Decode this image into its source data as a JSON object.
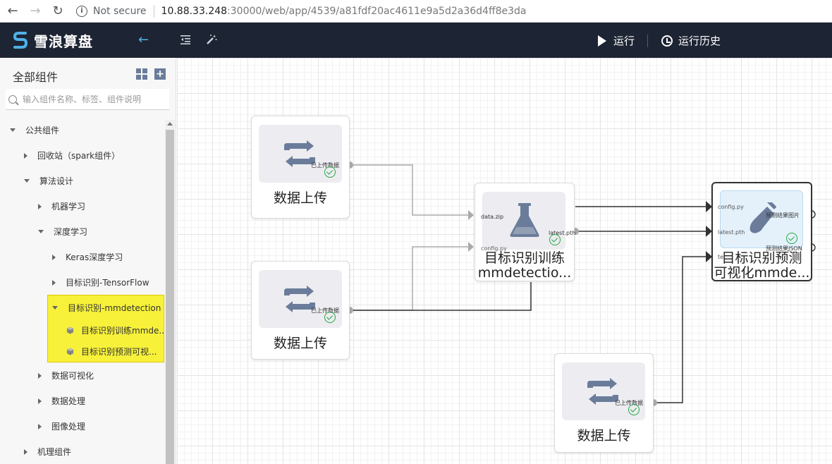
{
  "browser": {
    "not_secure": "Not secure",
    "url_host": "10.88.33.248",
    "url_rest": ":30000/web/app/4539/a81fdf20ac4611e9a5d2a36d4ff8e3da"
  },
  "header": {
    "logo_text": "雪浪算盘",
    "run_label": "运行",
    "history_label": "运行历史"
  },
  "sidebar": {
    "title": "全部组件",
    "search_placeholder": "输入组件名称、标签、组件说明",
    "tree": [
      {
        "label": "公共组件"
      },
      {
        "label": "回收站（spark组件）"
      },
      {
        "label": "算法设计"
      },
      {
        "label": "机器学习"
      },
      {
        "label": "深度学习"
      },
      {
        "label": "Keras深度学习"
      },
      {
        "label": "目标识别-TensorFlow"
      },
      {
        "label": "目标识别-mmdetection"
      },
      {
        "label": "目标识别训练mmde..."
      },
      {
        "label": "目标识别预测可视..."
      },
      {
        "label": "数据可视化"
      },
      {
        "label": "数据处理"
      },
      {
        "label": "图像处理"
      },
      {
        "label": "机理组件"
      }
    ]
  },
  "canvas": {
    "nodes": [
      {
        "name": "数据上传",
        "port_out": "已上传数据"
      },
      {
        "name": "数据上传",
        "port_out": "已上传数据"
      },
      {
        "name": "目标识别训练mmdetectio...",
        "name_line1": "目标识别训练",
        "name_line2": "mmdetectio...",
        "port_in1": "data.zip",
        "port_in2": "config.py",
        "port_out": "latest.pth"
      },
      {
        "name": "目标识别预测可视化mmde...",
        "name_line1": "目标识别预测",
        "name_line2": "可视化mmde...",
        "port_in1": "config.py",
        "port_in2": "latest.pth",
        "port_in3": "te",
        "port_out1": "预测结果图片",
        "port_out2": "预测结果JSON"
      },
      {
        "name": "数据上传",
        "port_out": "已上传数据"
      }
    ]
  },
  "colors": {
    "header_bg": "#1d2433",
    "accent": "#4fb0e8",
    "icon": "#6a7c99",
    "success": "#27a745",
    "highlight": "#f7f13a"
  }
}
